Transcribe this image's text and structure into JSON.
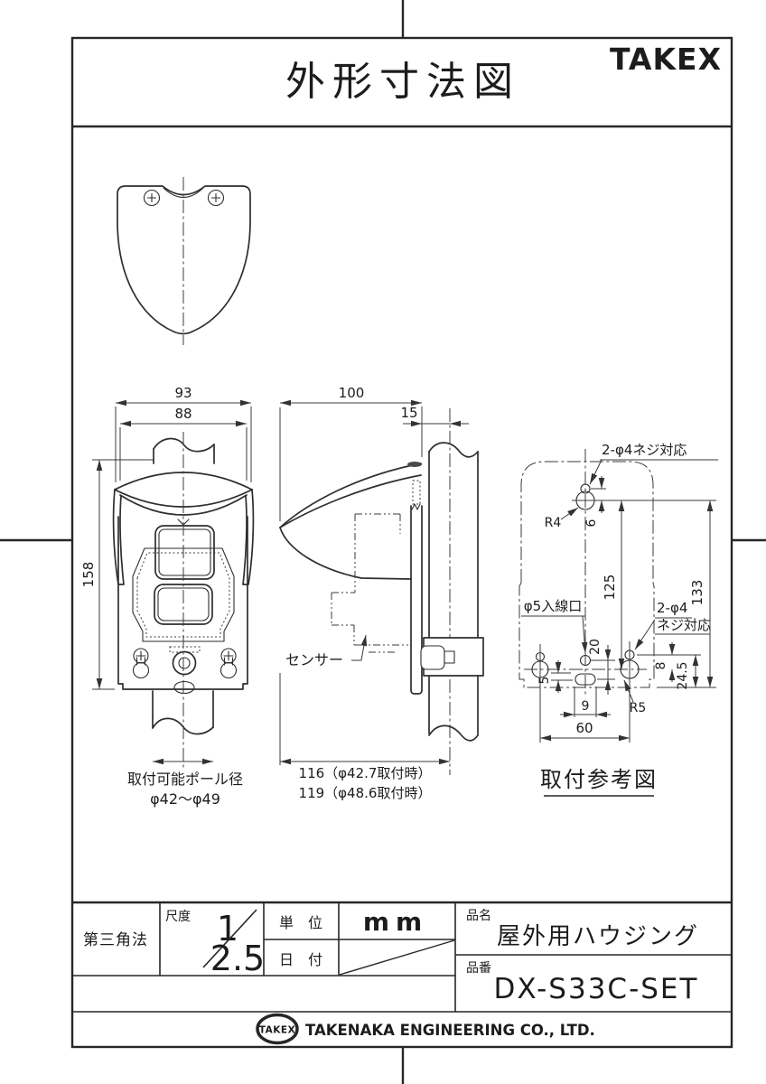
{
  "page": {
    "title": "外形寸法図",
    "brand": "TAKEX"
  },
  "front_view": {
    "dim_width_outer": "93",
    "dim_width_inner": "88",
    "dim_height": "158",
    "pole_note_line1": "取付可能ポール径",
    "pole_note_line2": "φ42～φ49"
  },
  "side_view": {
    "dim_depth": "100",
    "dim_offset": "15",
    "sensor_label": "センサー",
    "dim_total_line1": "116（φ42.7取付時）",
    "dim_total_line2": "119（φ48.6取付時）"
  },
  "mount_view": {
    "title": "取付参考図",
    "label_screw_top": "2-φ4ネジ対応",
    "label_r4": "R4",
    "label_r5": "R5",
    "label_entry": "φ5入線口",
    "label_screw_right_line1": "2-φ4",
    "label_screw_right_line2": "ネジ対応",
    "dim_6": "6",
    "dim_125": "125",
    "dim_133": "133",
    "dim_20": "20",
    "dim_5": "5",
    "dim_9": "9",
    "dim_60": "60",
    "dim_8": "8",
    "dim_24_5": "24.5"
  },
  "title_block": {
    "projection": "第三角法",
    "scale_label": "尺度",
    "scale_numerator": "1",
    "scale_denominator": "2.5",
    "unit_label": "単　位",
    "unit_value": "mm",
    "date_label": "日　付",
    "name_label": "品名",
    "name_value": "屋外用ハウジング",
    "number_label": "品番",
    "number_value": "DX-S33C-SET",
    "logo_text": "TAKEX",
    "company_name": "TAKENAKA ENGINEERING CO., LTD."
  }
}
